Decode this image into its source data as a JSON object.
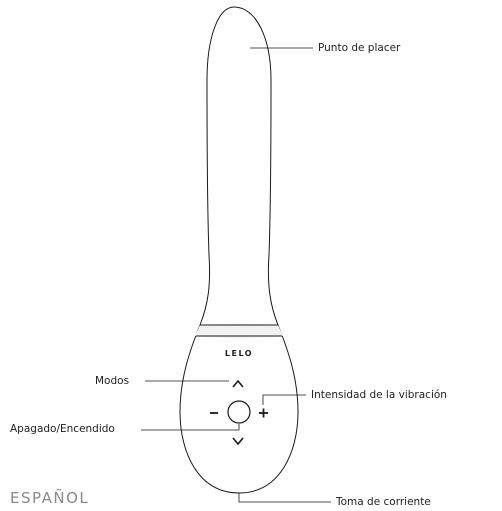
{
  "labels": {
    "pleasure_point": "Punto de placer",
    "modes": "Modos",
    "intensity": "Intensidad de la vibración",
    "power": "Apagado/Encendido",
    "charging_port": "Toma de corriente"
  },
  "logo": "LELO",
  "language": "ESPAÑOL",
  "icons": {
    "up": "chevron-up-icon",
    "down": "chevron-down-icon",
    "minus": "minus-icon",
    "plus": "plus-icon",
    "power": "power-button-icon"
  },
  "colors": {
    "outline": "#1a1a1a",
    "band": "#f2f2f2",
    "language_text": "#8a8a8a"
  }
}
